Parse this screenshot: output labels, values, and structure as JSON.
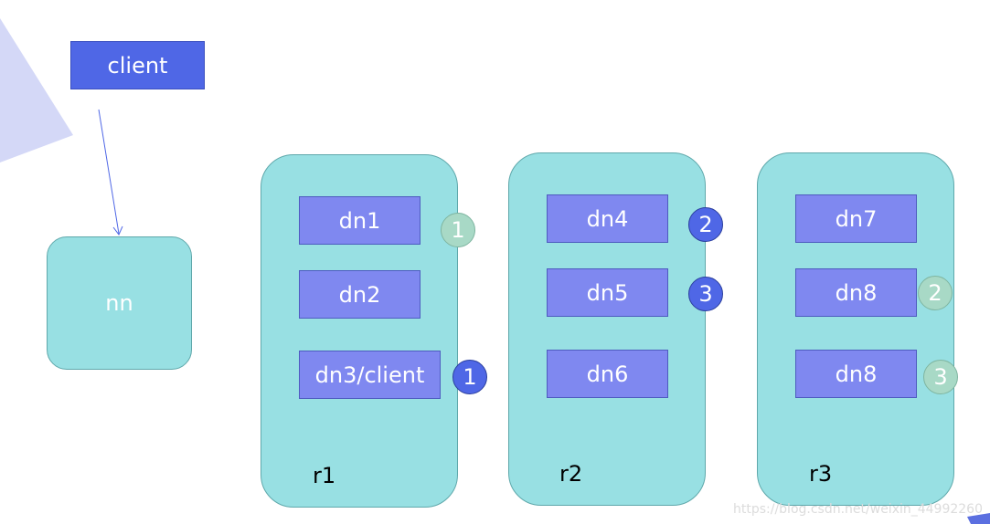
{
  "client_label": "client",
  "nn_label": "nn",
  "racks": [
    {
      "label": "r1",
      "nodes": [
        {
          "label": "dn1",
          "replica": "1"
        },
        {
          "label": "dn2",
          "replica": ""
        },
        {
          "label": "dn3/client",
          "replica": "1"
        }
      ]
    },
    {
      "label": "r2",
      "nodes": [
        {
          "label": "dn4",
          "replica": "2"
        },
        {
          "label": "dn5",
          "replica": "3"
        },
        {
          "label": "dn6",
          "replica": ""
        }
      ]
    },
    {
      "label": "r3",
      "nodes": [
        {
          "label": "dn7",
          "replica": ""
        },
        {
          "label": "dn8",
          "replica": "2"
        },
        {
          "label": "dn8",
          "replica": "3"
        }
      ]
    }
  ],
  "watermark": "https://blog.csdn.net/weixin_44992260",
  "colors": {
    "accent_blue": "#4f67e6",
    "rack_fill": "#98e0e3",
    "node_fill": "#7f88f0",
    "replica_green": "#a8d9c6"
  }
}
